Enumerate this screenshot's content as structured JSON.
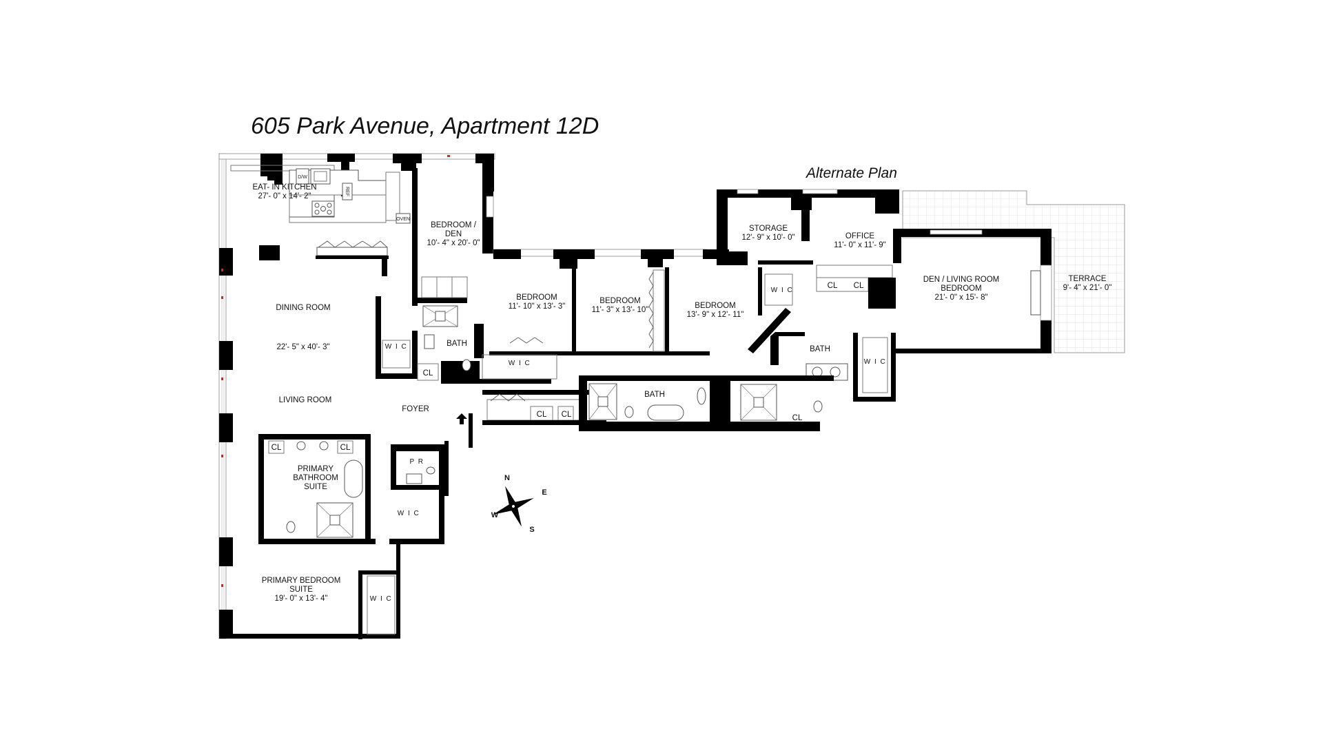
{
  "title": "605 Park Avenue, Apartment 12D",
  "alternate_plan_label": "Alternate Plan",
  "rooms": {
    "kitchen": {
      "name": "EAT- IN KITCHEN",
      "dims": "27'- 0\" x 14'- 2\""
    },
    "bedroom_den": {
      "name_line1": "BEDROOM /",
      "name_line2": "DEN",
      "dims": "10'- 4\" x 20'- 0\""
    },
    "dining_room": {
      "name": "DINING ROOM",
      "dims": "22'- 5\" x 40'- 3\""
    },
    "living_room": {
      "name": "LIVING  ROOM"
    },
    "foyer": {
      "name": "FOYER"
    },
    "bedroom_1": {
      "name": "BEDROOM",
      "dims": "11'- 10\" x 13'- 3\""
    },
    "bedroom_2": {
      "name": "BEDROOM",
      "dims": "11'- 3\" x 13'- 10\""
    },
    "bedroom_3": {
      "name": "BEDROOM",
      "dims": "13'- 9\" x 12'- 11\""
    },
    "storage": {
      "name": "STORAGE",
      "dims": "12'- 9\" x 10'- 0\""
    },
    "office": {
      "name": "OFFICE",
      "dims": "11'- 0\" x 11'- 9\""
    },
    "den_living": {
      "name_line1": "DEN / LIVING ROOM",
      "name_line2": "BEDROOM",
      "dims": "21'- 0\" x 15'- 8\""
    },
    "terrace": {
      "name": "TERRACE",
      "dims": "9'- 4\" x 21'- 0\""
    },
    "primary_bath": {
      "name_line1": "PRIMARY",
      "name_line2": "BATHROOM",
      "name_line3": "SUITE"
    },
    "primary_bedroom": {
      "name_line1": "PRIMARY BEDROOM",
      "name_line2": "SUITE",
      "dims": "19'- 0\" x 13'- 4\""
    },
    "powder_room": {
      "name": "P R"
    }
  },
  "small_labels": {
    "bath": "BATH",
    "wic": "W I C",
    "cl": "CL",
    "dw": "D/W",
    "ref": "REF",
    "oven": "OVEN"
  },
  "compass": {
    "n": "N",
    "e": "E",
    "s": "S",
    "w": "W"
  },
  "icons": {
    "compass": "compass-rose-icon",
    "entry": "entry-arrow-icon"
  }
}
